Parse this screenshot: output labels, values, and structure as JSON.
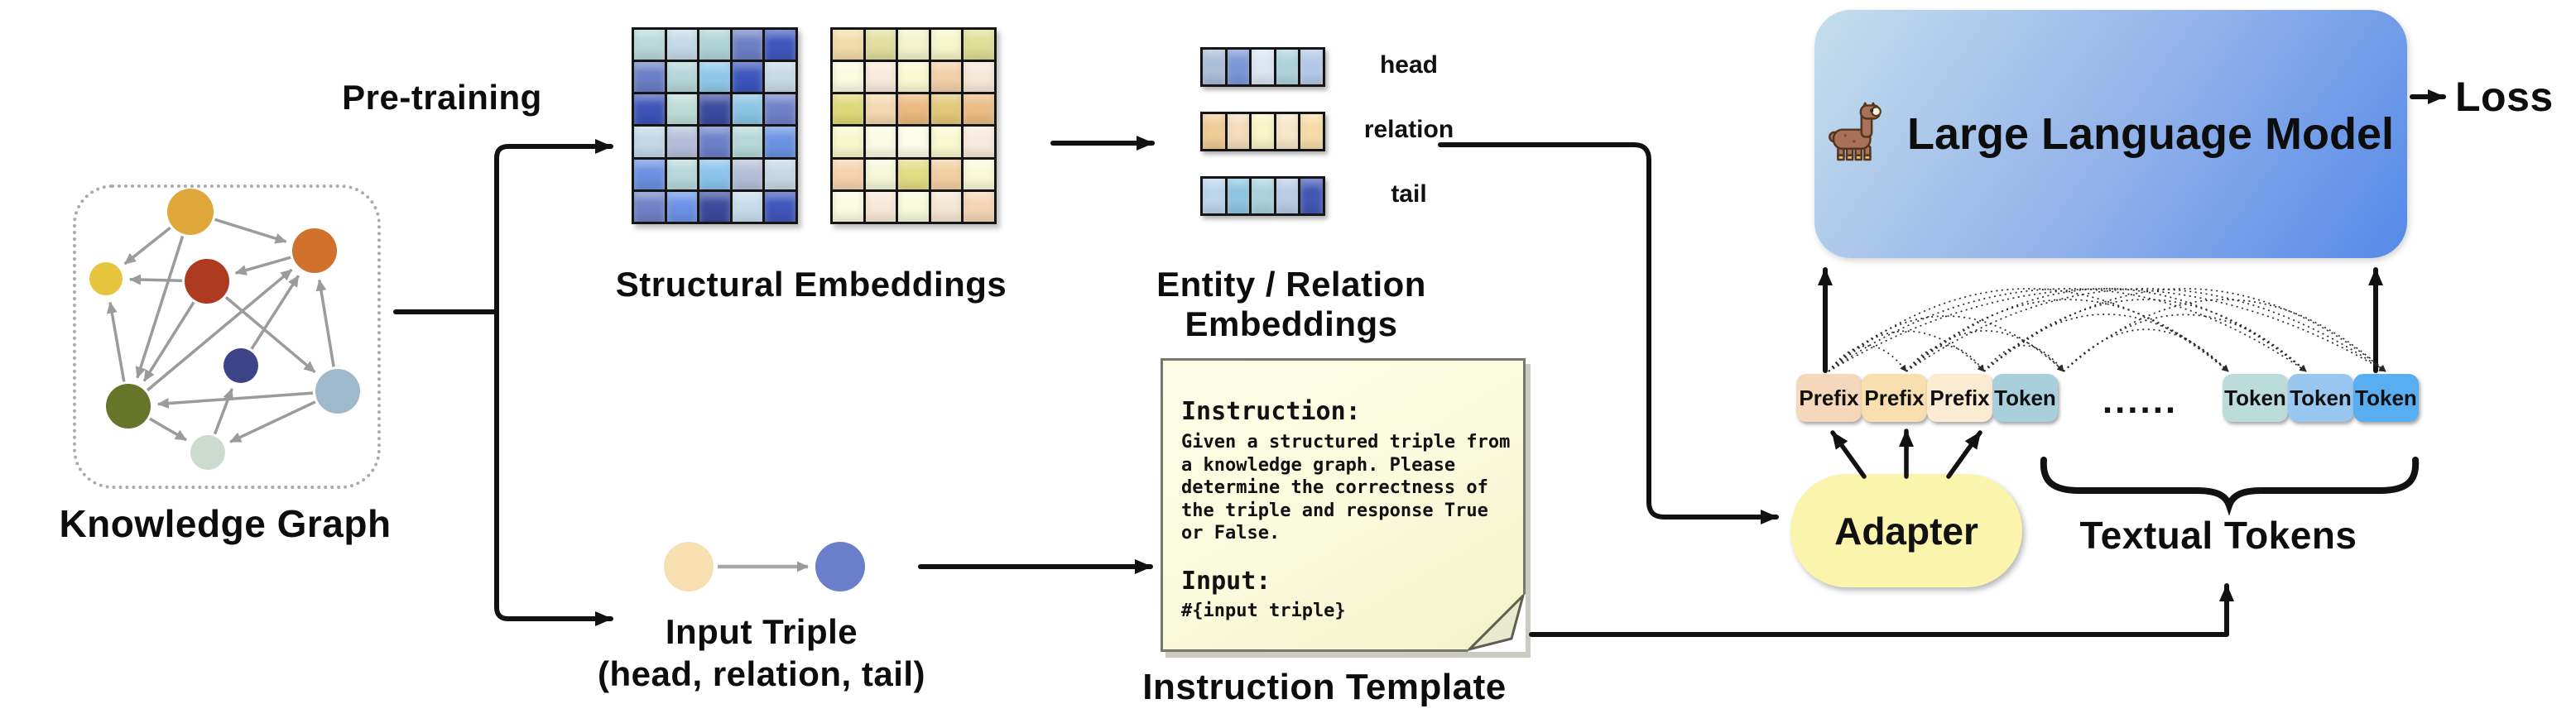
{
  "figure": {
    "knowledge_graph": {
      "label": "Knowledge Graph",
      "node_colors": {
        "gold": "#E0A83A",
        "orange": "#D0712E",
        "yellow": "#E6C43D",
        "red": "#AE3A20",
        "navy": "#3C4386",
        "lightblue": "#9FB9CD",
        "olive": "#667529",
        "mint": "#CBDBD0"
      },
      "edges": [
        [
          "gold",
          "yellow"
        ],
        [
          "gold",
          "orange"
        ],
        [
          "gold",
          "olive"
        ],
        [
          "orange",
          "red"
        ],
        [
          "red",
          "yellow"
        ],
        [
          "red",
          "olive"
        ],
        [
          "red",
          "lightblue"
        ],
        [
          "olive",
          "orange"
        ],
        [
          "olive",
          "yellow"
        ],
        [
          "olive",
          "mint"
        ],
        [
          "lightblue",
          "olive"
        ],
        [
          "lightblue",
          "mint"
        ],
        [
          "lightblue",
          "orange"
        ],
        [
          "mint",
          "navy"
        ],
        [
          "navy",
          "orange"
        ]
      ]
    },
    "pretraining_label": "Pre-training",
    "structural_embeddings": {
      "label": "Structural Embeddings",
      "entity_matrix": [
        [
          "#B9D8D8",
          "#C4DAE8",
          "#B0D4D6",
          "#6C7FC4",
          "#4156BC"
        ],
        [
          "#6B7EC6",
          "#B6D6D8",
          "#8FC8EA",
          "#3C55BE",
          "#C7DAE8"
        ],
        [
          "#3D53B8",
          "#BDDCD8",
          "#3A4A9E",
          "#8CC4E4",
          "#6F80C8"
        ],
        [
          "#C3D8E8",
          "#B4BED8",
          "#6C7FC8",
          "#B6D8D8",
          "#6B92E4"
        ],
        [
          "#6B90E2",
          "#B8D8DC",
          "#8AC4EC",
          "#B4BFD9",
          "#C6D8E6"
        ],
        [
          "#7081C6",
          "#6B92E6",
          "#3B4A9C",
          "#C6DCEC",
          "#4056BC"
        ]
      ],
      "relation_matrix": [
        [
          "#F2DCA8",
          "#E0DF9E",
          "#F3F4CC",
          "#F6F7C8",
          "#DEDF96"
        ],
        [
          "#FBFBE0",
          "#F9EBDC",
          "#FAFAD0",
          "#F4CFA8",
          "#F7E8D8"
        ],
        [
          "#DFD878",
          "#F4D9B0",
          "#ECB97E",
          "#E2C878",
          "#EBBC84"
        ],
        [
          "#F8F8CC",
          "#FBFBE4",
          "#FCFCE8",
          "#FAFAD0",
          "#F8EADC"
        ],
        [
          "#F6D3AC",
          "#F6F8D8",
          "#E2DC84",
          "#F2CFA0",
          "#FAFAD8"
        ],
        [
          "#FBFBE0",
          "#F8E8D8",
          "#F8FADC",
          "#F6E6D4",
          "#F5D4B4"
        ]
      ]
    },
    "triple_embeddings": {
      "label": "Entity / Relation Embeddings",
      "rows": [
        {
          "name": "head",
          "cells": [
            "#AABDD9",
            "#7C96D6",
            "#DDE5F4",
            "#AFD3DC",
            "#B4C9E8"
          ]
        },
        {
          "name": "relation",
          "cells": [
            "#F0CC95",
            "#F5DCBB",
            "#F8F5C6",
            "#F7E8C9",
            "#F7DCA7"
          ]
        },
        {
          "name": "tail",
          "cells": [
            "#BCD5EE",
            "#8FC5E1",
            "#ABD2DE",
            "#B9CCE8",
            "#4257B4"
          ]
        }
      ]
    },
    "input_triple": {
      "label": "Input Triple",
      "sublabel": "(head, relation, tail)",
      "head_color": "#F7DFB2",
      "tail_color": "#6B7EC9",
      "edge_color": "#A8A8A8"
    },
    "instruction_template": {
      "label": "Instruction Template",
      "title": "Instruction:",
      "body": "Given a structured triple from a knowledge graph. Please determine the correctness of the triple and response True or False.",
      "input_title": "Input:",
      "input_value": "#{input triple}"
    },
    "adapter": {
      "label": "Adapter",
      "color": "#FAF4AD"
    },
    "token_row": {
      "items": [
        {
          "kind": "prefix",
          "label": "Prefix",
          "color": "#F5D7BB"
        },
        {
          "kind": "prefix",
          "label": "Prefix",
          "color": "#F8DFAF"
        },
        {
          "kind": "prefix",
          "label": "Prefix",
          "color": "#FAEBD2"
        },
        {
          "kind": "token",
          "label": "Token",
          "color": "#A9CFDD"
        },
        {
          "kind": "ellipsis",
          "label": "......"
        },
        {
          "kind": "token",
          "label": "Token",
          "color": "#BCDCDA"
        },
        {
          "kind": "token",
          "label": "Token",
          "color": "#9AC7F0"
        },
        {
          "kind": "token",
          "label": "Token",
          "color": "#58AEF0"
        }
      ],
      "brace_label": "Textual Tokens"
    },
    "llm": {
      "label": "Large Language Model",
      "icon": "llama-icon",
      "gradient": [
        "#C6DEEC",
        "#5589E8"
      ]
    },
    "loss_label": "Loss"
  }
}
